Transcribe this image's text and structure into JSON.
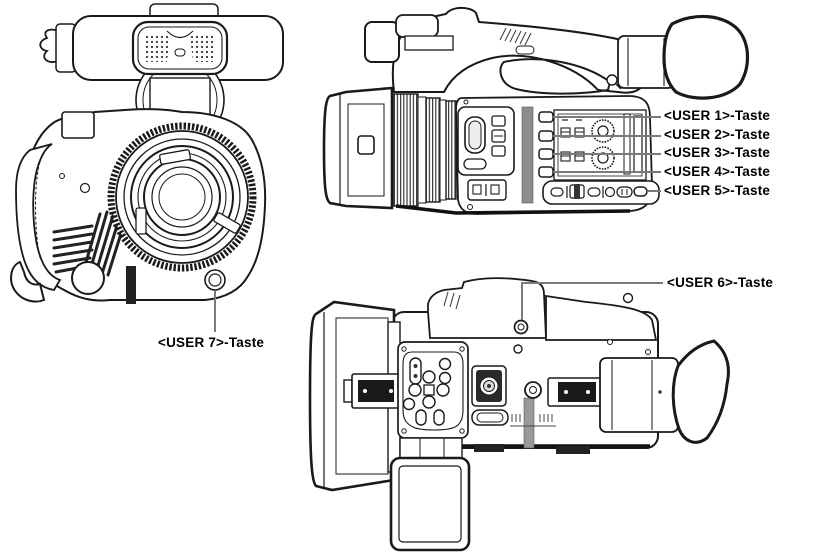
{
  "figure": {
    "kind": "camcorder-user-button-location-diagram",
    "views": [
      "front",
      "left-side",
      "lcd-side"
    ]
  },
  "labels": {
    "user1": "<USER 1>-Taste",
    "user2": "<USER 2>-Taste",
    "user3": "<USER 3>-Taste",
    "user4": "<USER 4>-Taste",
    "user5": "<USER 5>-Taste",
    "user6": "<USER 6>-Taste",
    "user7": "<USER 7>-Taste"
  },
  "colors": {
    "line": "#1a1a1a",
    "leader_line": "#7a7a7a",
    "text": "#000000",
    "background": "#ffffff"
  }
}
